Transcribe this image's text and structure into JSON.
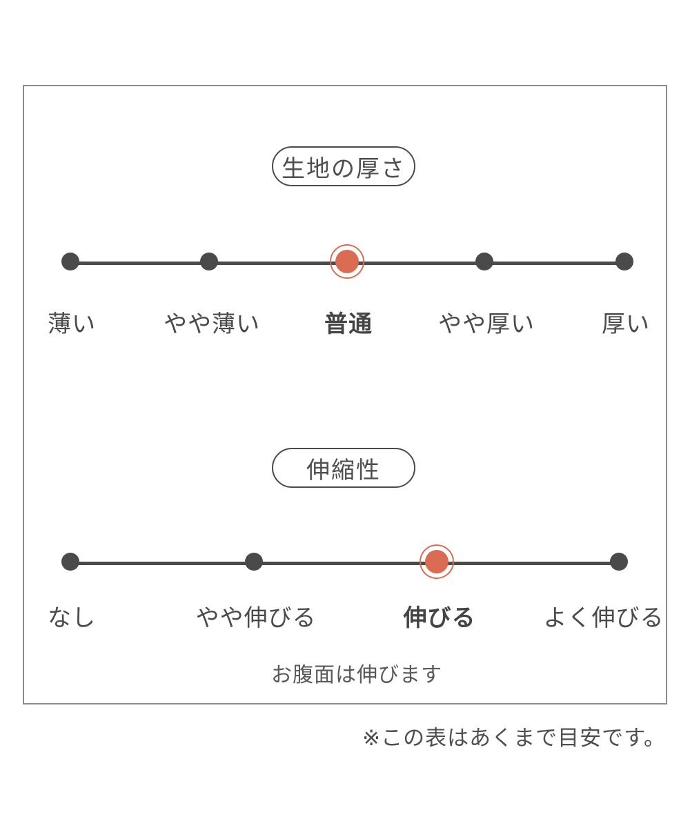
{
  "colors": {
    "accent": "#d96c53",
    "dark": "#4a4a4a",
    "panel_border": "#8c8c8c"
  },
  "sections": [
    {
      "title": "生地の厚さ",
      "options": [
        "薄い",
        "やや薄い",
        "普通",
        "やや厚い",
        "厚い"
      ],
      "selected_index": 2,
      "selected_label": "普通"
    },
    {
      "title": "伸縮性",
      "options": [
        "なし",
        "やや伸びる",
        "伸びる",
        "よく伸びる"
      ],
      "selected_index": 2,
      "selected_label": "伸びる",
      "note": "お腹面は伸びます"
    }
  ],
  "footnote": "※この表はあくまで目安です。"
}
